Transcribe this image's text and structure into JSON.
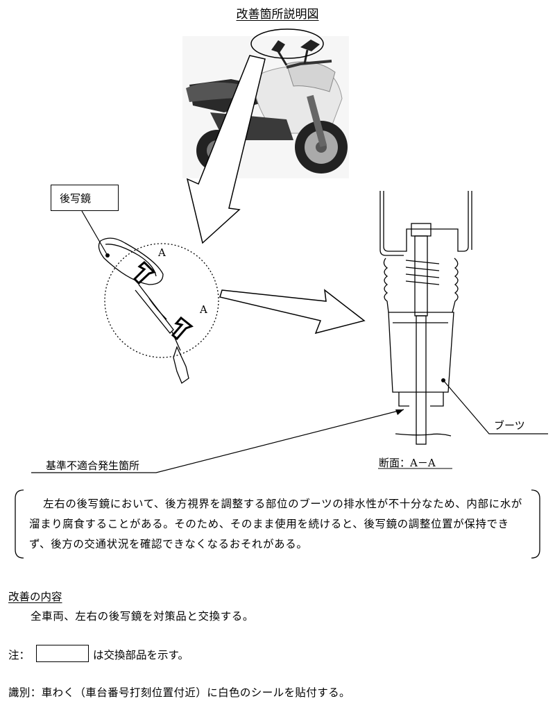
{
  "title": "改善箇所説明図",
  "labels": {
    "rear_mirror": "後写鏡",
    "section_a1": "A",
    "section_a2": "A",
    "boot": "ブーツ",
    "defect_location": "基準不適合発生箇所",
    "section_caption": "断面：A－A"
  },
  "description": "左右の後写鏡において、後方視界を調整する部位のブーツの排水性が不十分なため、内部に水が溜まり腐食することがある。そのため、そのまま使用を続けると、後写鏡の調整位置が保持できず、後方の交通状況を確認できなくなるおそれがある。",
  "improvement": {
    "heading": "改善の内容",
    "text": "全車両、左右の後写鏡を対策品と交換する。"
  },
  "note": {
    "label": "注：",
    "text": "は交換部品を示す。"
  },
  "identification": "識別：車わく（車台番号打刻位置付近）に白色のシールを貼付する。"
}
